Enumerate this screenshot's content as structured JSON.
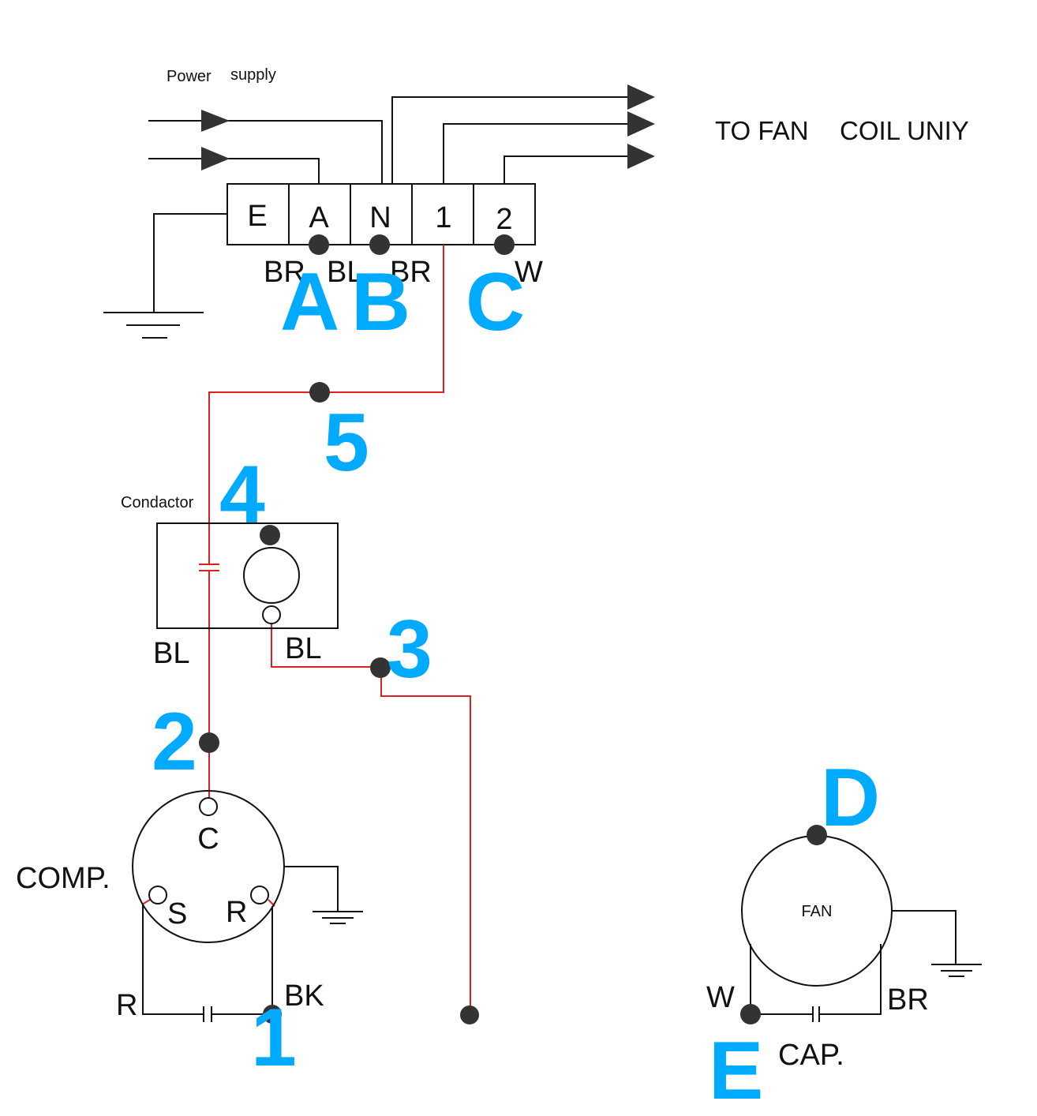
{
  "header": {
    "power_supply": "Power",
    "power_supply_2": "supply",
    "to_fan_1": "TO FAN",
    "to_fan_2": "COIL UNIY"
  },
  "terminal_block": {
    "terminals": [
      "E",
      "A",
      "N",
      "1",
      "2"
    ],
    "wire_colors": {
      "br1": "BR",
      "bl": "BL",
      "br2": "BR",
      "w": "W"
    }
  },
  "labels": {
    "condactor": "Condactor",
    "bl_left": "BL",
    "bl_right": "BL",
    "comp": "COMP.",
    "comp_c": "C",
    "comp_s": "S",
    "comp_r": "R",
    "wire_r": "R",
    "wire_bk": "BK",
    "fan": "FAN",
    "fan_w": "W",
    "fan_br": "BR",
    "cap": "CAP."
  },
  "markers": {
    "A": "A",
    "B": "B",
    "C": "C",
    "D": "D",
    "E": "E",
    "n1": "1",
    "n2": "2",
    "n3": "3",
    "n4": "4",
    "n5": "5"
  },
  "colors": {
    "wire": "#111111",
    "red_wire": "#e02020",
    "dot": "#333333",
    "marker": "#00aaff"
  }
}
